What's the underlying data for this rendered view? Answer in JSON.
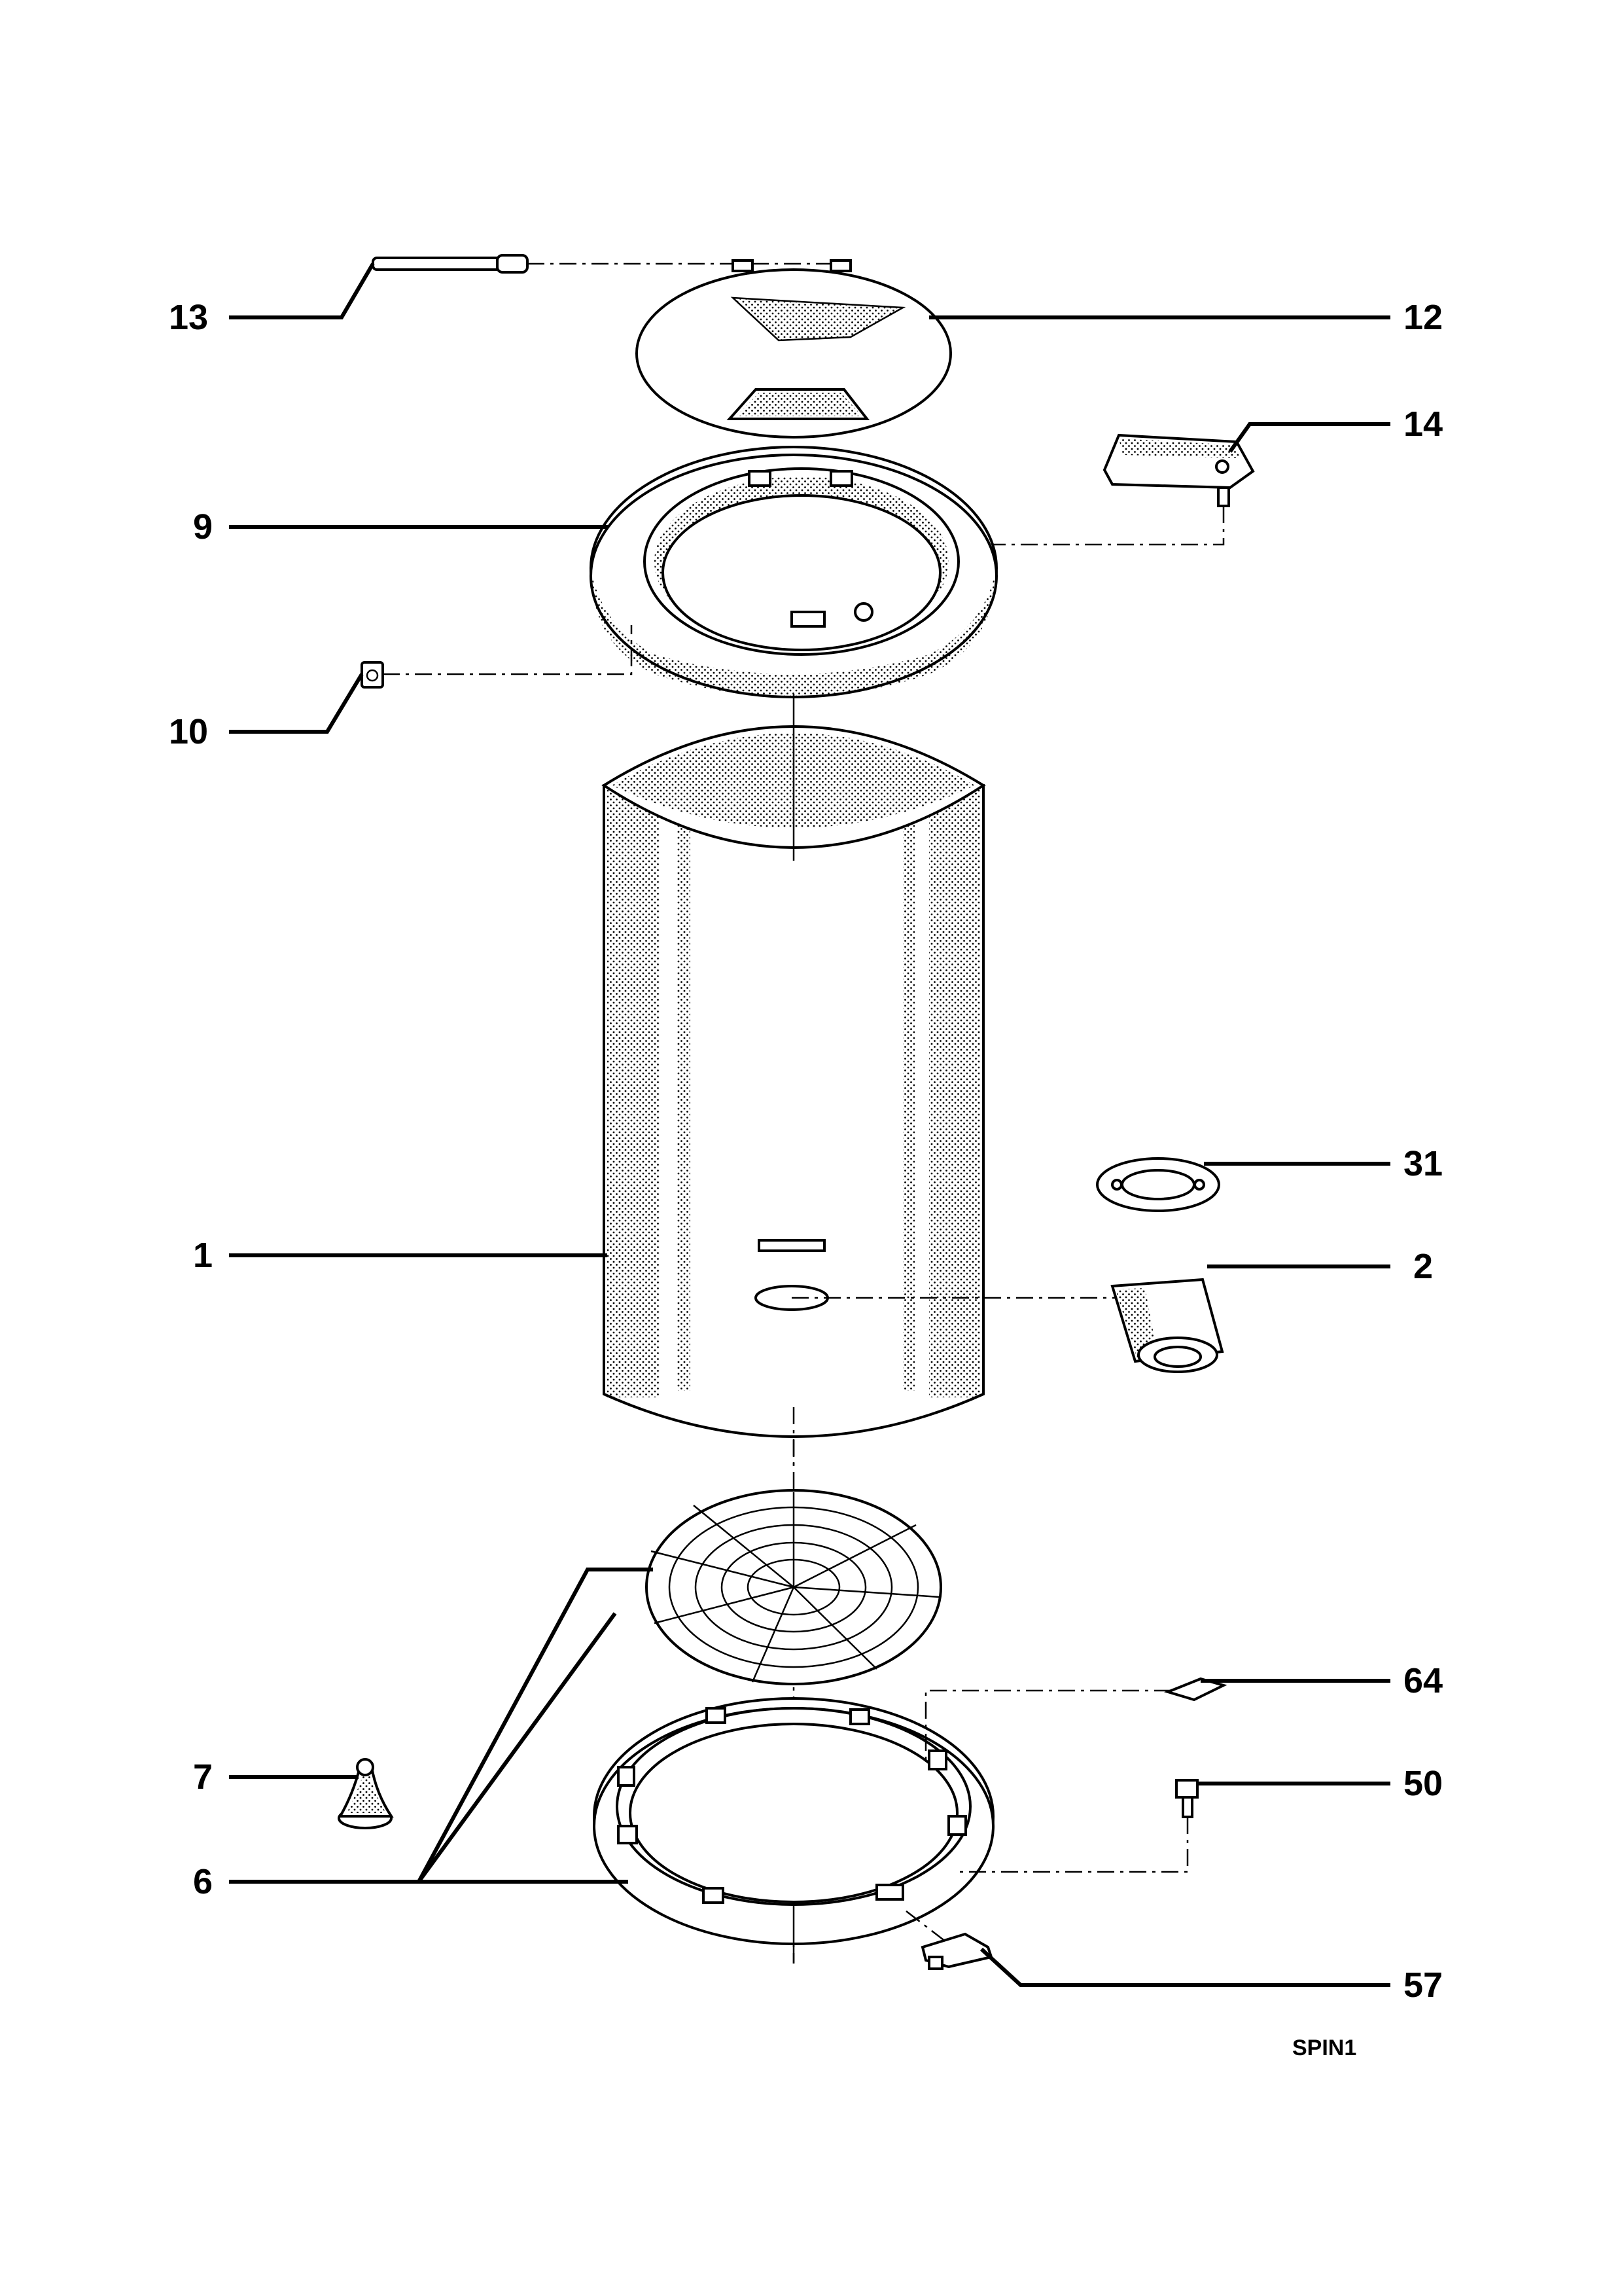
{
  "diagram": {
    "reference_code": "SPIN1",
    "callouts": [
      {
        "id": "13",
        "label": "13"
      },
      {
        "id": "12",
        "label": "12"
      },
      {
        "id": "14",
        "label": "14"
      },
      {
        "id": "9",
        "label": "9"
      },
      {
        "id": "10",
        "label": "10"
      },
      {
        "id": "31",
        "label": "31"
      },
      {
        "id": "1",
        "label": "1"
      },
      {
        "id": "2",
        "label": "2"
      },
      {
        "id": "64",
        "label": "64"
      },
      {
        "id": "7",
        "label": "7"
      },
      {
        "id": "50",
        "label": "50"
      },
      {
        "id": "6",
        "label": "6"
      },
      {
        "id": "57",
        "label": "57"
      }
    ]
  }
}
